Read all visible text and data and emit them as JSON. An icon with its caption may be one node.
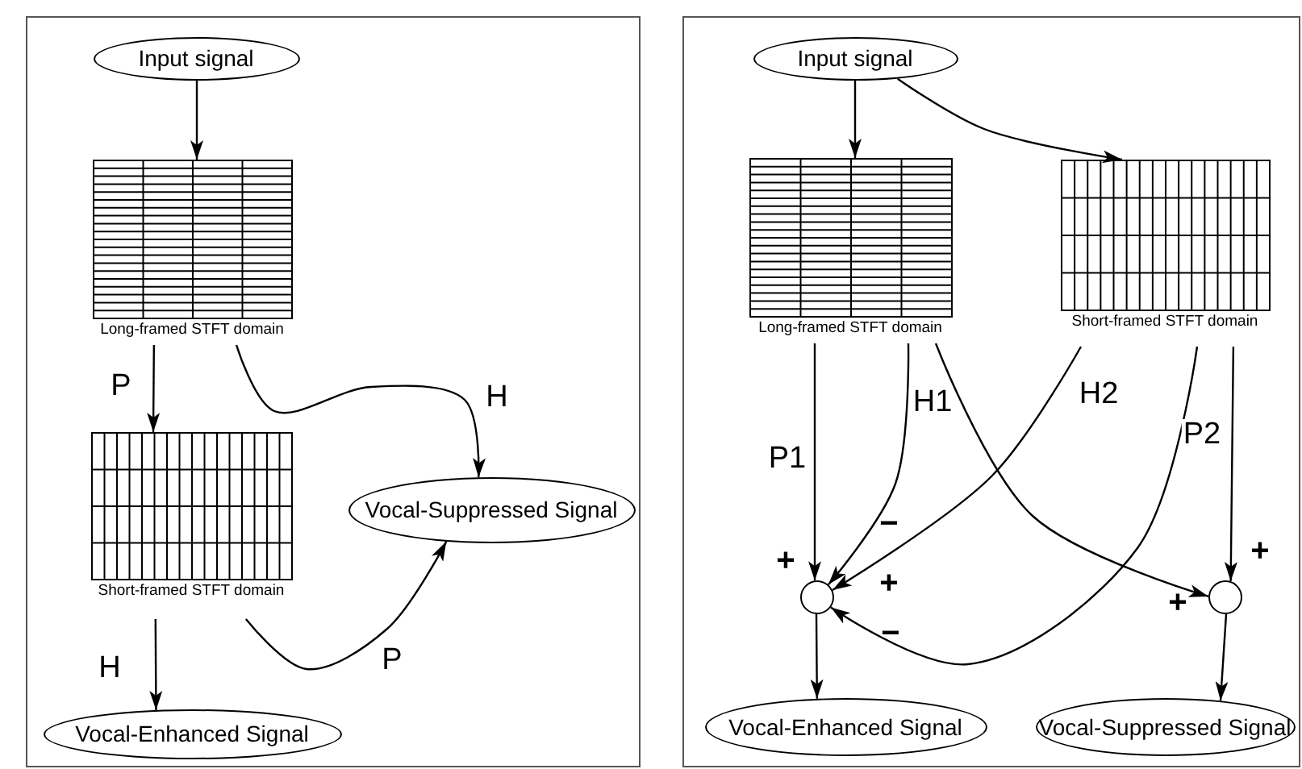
{
  "diagram": {
    "nodes": [
      {
        "text": [],
        "shape": "box"
      },
      {
        "text": [
          "Input signal"
        ],
        "in": 0
      },
      {
        "text": [
          "Long-framed STFT domain"
        ],
        "in": 0
      },
      {
        "text": [
          "Short-framed STFT domain"
        ],
        "in": 0
      },
      {
        "text": [
          "Vocal-Suppressed Signal"
        ],
        "in": 0
      },
      {
        "text": [
          "Vocal-Enhanced Signal"
        ],
        "in": 0
      },
      {
        "text": [],
        "shape": "box"
      },
      {
        "text": [
          "Input signal"
        ],
        "in": 6
      },
      {
        "text": [
          "Long-framed STFT domain"
        ],
        "in": 6
      },
      {
        "text": [
          "Short-framed STFT domain"
        ],
        "in": 6
      },
      {
        "text": [],
        "shape": "circle",
        "in": 6
      },
      {
        "text": [],
        "shape": "circle",
        "in": 6
      },
      {
        "text": [
          "Vocal-Enhanced Signal"
        ],
        "in": 6
      },
      {
        "text": [
          "Vocal-Suppressed Signal"
        ],
        "in": 6
      }
    ],
    "edges": [
      {
        "from": 1,
        "to": 2,
        "arrow": "to"
      },
      {
        "from": 2,
        "to": 3,
        "arrow": "to",
        "label": "P"
      },
      {
        "from": 2,
        "to": 4,
        "arrow": "to",
        "label": "H"
      },
      {
        "from": 3,
        "to": 5,
        "arrow": "to",
        "label": "H"
      },
      {
        "from": 3,
        "to": 4,
        "arrow": "to",
        "label": "P"
      },
      {
        "from": 7,
        "to": 8,
        "arrow": "to"
      },
      {
        "from": 7,
        "to": 9,
        "arrow": "to"
      },
      {
        "from": 8,
        "to": 10,
        "arrow": "to",
        "label": "P1"
      },
      {
        "from": 8,
        "to": 10,
        "arrow": "to",
        "label": "H1"
      },
      {
        "from": 9,
        "to": 10,
        "arrow": "to",
        "label": "H2"
      },
      {
        "from": 9,
        "to": 10,
        "arrow": "to"
      },
      {
        "from": 8,
        "to": 11,
        "arrow": "to"
      },
      {
        "from": 9,
        "to": 11,
        "arrow": "to",
        "label": "P2"
      },
      {
        "from": 10,
        "to": 12,
        "arrow": "to"
      },
      {
        "from": 11,
        "to": 13,
        "arrow": "to"
      }
    ],
    "labels": [
      "+",
      "−",
      "+",
      "−",
      "+",
      "+"
    ]
  }
}
